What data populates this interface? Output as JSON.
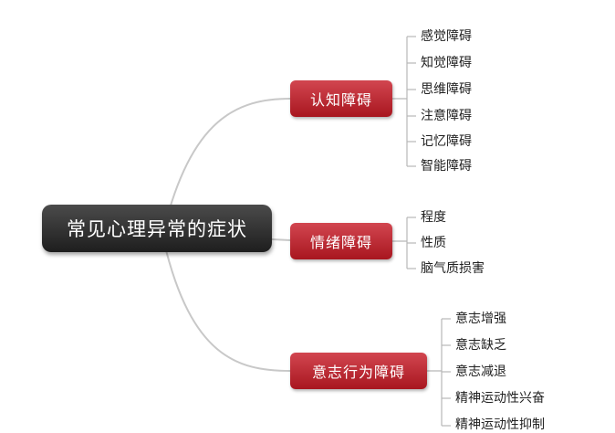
{
  "root": {
    "label": "常见心理异常的症状"
  },
  "branches": [
    {
      "label": "认知障碍",
      "leaves": [
        "感觉障碍",
        "知觉障碍",
        "思维障碍",
        "注意障碍",
        "记忆障碍",
        "智能障碍"
      ]
    },
    {
      "label": "情绪障碍",
      "leaves": [
        "程度",
        "性质",
        "脑气质损害"
      ]
    },
    {
      "label": "意志行为障碍",
      "leaves": [
        "意志增强",
        "意志缺乏",
        "意志减退",
        "精神运动性兴奋",
        "精神运动性抑制"
      ]
    }
  ]
}
